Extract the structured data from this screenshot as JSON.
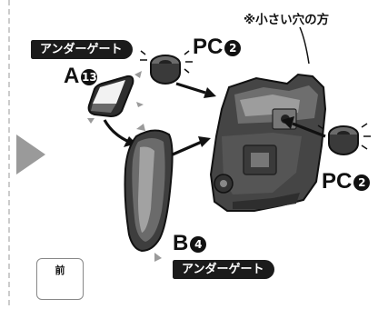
{
  "labels": {
    "under_gate_top": "アンダーゲート",
    "under_gate_bottom": "アンダーゲート",
    "part_a": "A",
    "part_a_num": "13",
    "part_b": "B",
    "part_b_num": "4",
    "pc_top": "PC",
    "pc_top_num": "2",
    "pc_right": "PC",
    "pc_right_num": "2",
    "small_hole_note": "※小さい穴の方",
    "front": "前"
  },
  "colors": {
    "ink": "#111111",
    "part_fill": "#4a4a4a",
    "part_light": "#8a8a8a",
    "side_arrow": "#9a9a9a",
    "gate_mark": "#9a9a9a"
  },
  "icons": {
    "step_arrow": "triangle-right-icon",
    "front_direction": "arrow-down-left-icon"
  }
}
